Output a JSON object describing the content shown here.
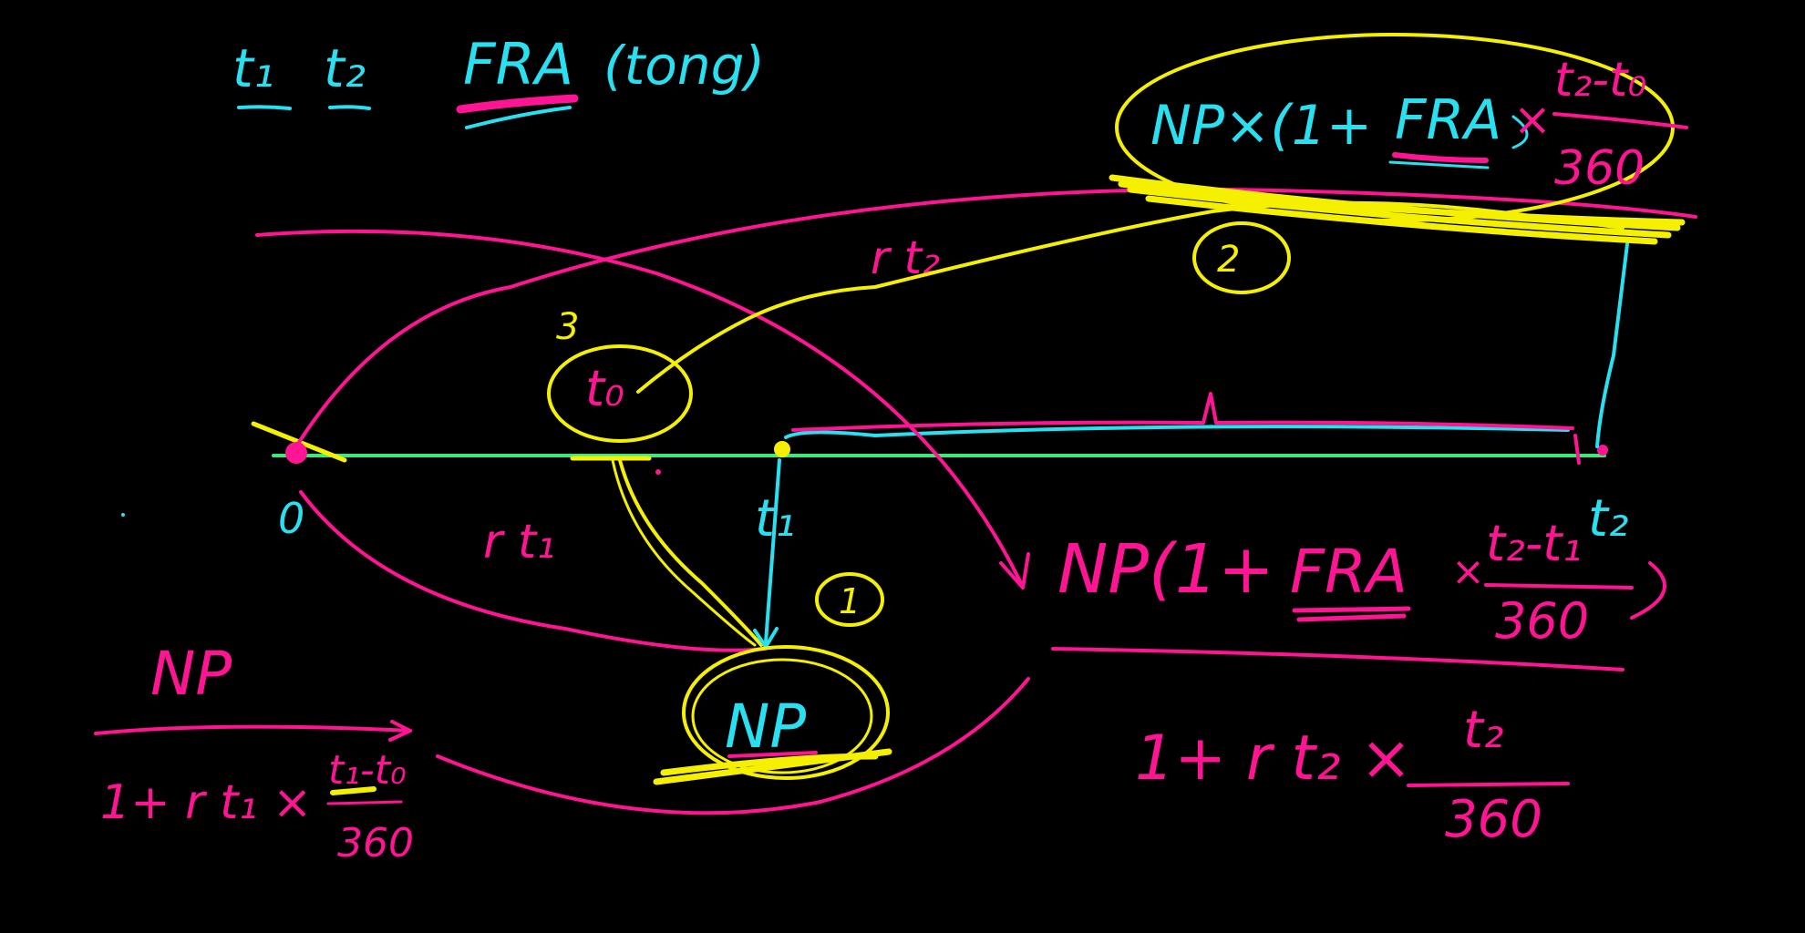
{
  "colors": {
    "background": "#000000",
    "cyan": "#29e0f0",
    "pink": "#ff1493",
    "yellow": "#f5f000",
    "green": "#3ee87a"
  },
  "header": {
    "t1": "t₁",
    "t2": "t₂",
    "fra": "FRA",
    "tenor": "(tong)"
  },
  "timeline": {
    "zero": "0",
    "t0": "t₀",
    "t1": "t₁",
    "t2": "t₂",
    "label_3": "3"
  },
  "rates": {
    "r_t1": "r t₁",
    "r_t2": "r t₂"
  },
  "markers": {
    "step_1": "1",
    "step_2": "2"
  },
  "present_value": {
    "np": "NP"
  },
  "left_formula": {
    "numerator": "NP",
    "denominator": "1+ r t₁ ×",
    "frac_num": "t₁-t₀",
    "frac_den": "360"
  },
  "top_formula": {
    "prefix": "NP×(1+",
    "fra": "FRA",
    "times": "×",
    "frac_num": "t₂-t₀",
    "frac_den": "360"
  },
  "right_formula": {
    "prefix": "NP(1+",
    "fra": "FRA",
    "times": "×",
    "frac_num": "t₂-t₁",
    "frac_den": "360"
  },
  "right_denominator": {
    "text": "1+ r t₂ ×",
    "frac_num": "t₂",
    "frac_den": "360"
  }
}
